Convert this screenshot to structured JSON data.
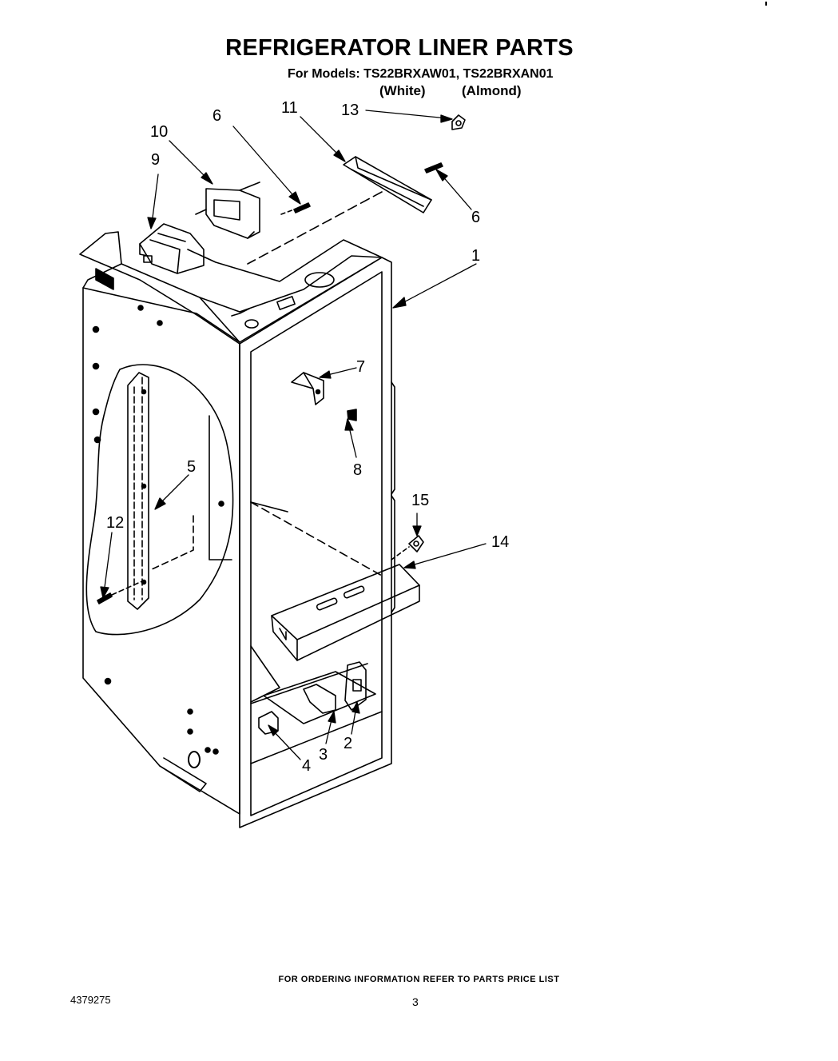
{
  "header": {
    "title": "REFRIGERATOR LINER PARTS",
    "models": "For Models: TS22BRXAW01, TS22BRXAN01",
    "variant_white": "(White)",
    "variant_almond": "(Almond)"
  },
  "callouts": [
    "1",
    "2",
    "3",
    "4",
    "5",
    "6",
    "6",
    "7",
    "8",
    "9",
    "10",
    "11",
    "12",
    "13",
    "14",
    "15"
  ],
  "footer": {
    "ordering_note": "FOR ORDERING INFORMATION REFER TO PARTS PRICE LIST",
    "document_number": "4379275",
    "page_number": "3"
  }
}
